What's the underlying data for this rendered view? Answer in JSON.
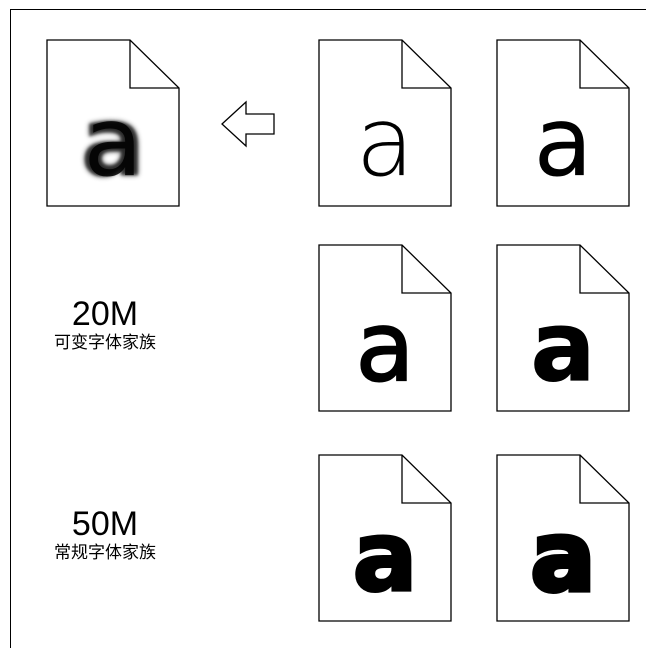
{
  "documents": {
    "output": {
      "letter": "a"
    },
    "grid": [
      [
        {
          "letter": "a"
        },
        {
          "letter": "a"
        }
      ],
      [
        {
          "letter": "a"
        },
        {
          "letter": "a"
        }
      ],
      [
        {
          "letter": "a"
        },
        {
          "letter": "a"
        }
      ]
    ]
  },
  "labels": {
    "variable": {
      "size": "20M",
      "name": "可变字体家族"
    },
    "regular": {
      "size": "50M",
      "name": "常规字体家族"
    }
  },
  "icons": {
    "arrow": "left-arrow-icon",
    "document": "document-icon"
  }
}
